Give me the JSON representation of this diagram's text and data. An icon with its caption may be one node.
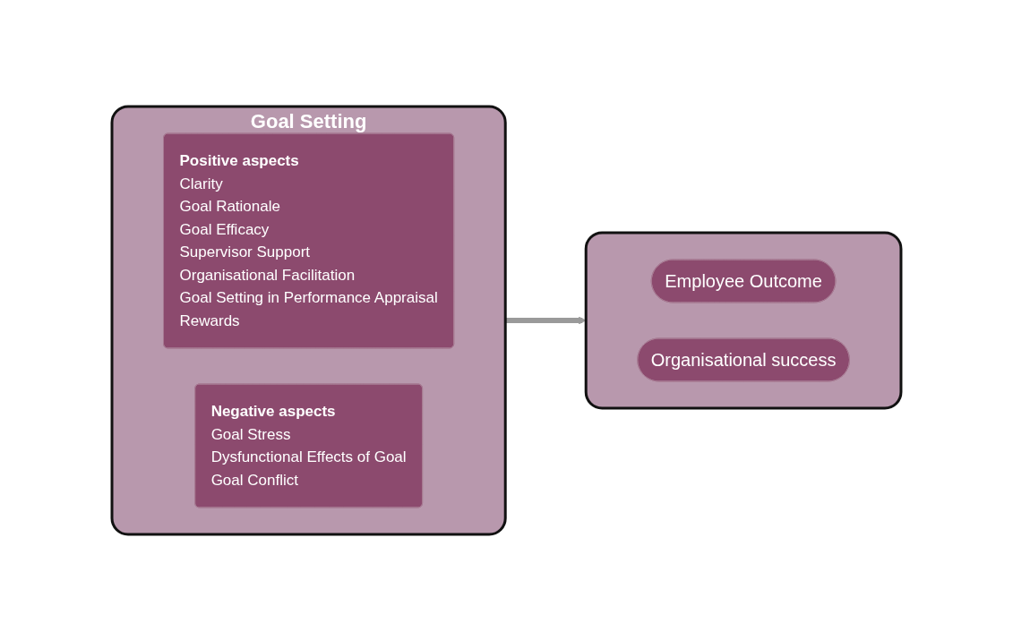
{
  "diagram": {
    "nodes": [
      {
        "text": [
          "Goal Setting"
        ]
      },
      {
        "text": [
          "Positive aspects",
          "Clarity",
          "Goal Rationale",
          "Goal Efficacy",
          "Supervisor Support",
          "Organisational Facilitation",
          "Goal Setting in Performance Appraisal",
          "Rewards"
        ],
        "in": 0
      },
      {
        "text": [
          "Negative aspects",
          "Goal Stress",
          "Dysfunctional Effects of Goal",
          "Goal Conflict"
        ],
        "in": 0
      },
      {
        "text": [],
        "shape": "box"
      },
      {
        "text": [
          "Employee Outcome"
        ],
        "in": 3
      },
      {
        "text": [
          "Organisational success"
        ],
        "in": 3
      }
    ],
    "edges": [
      {
        "from": 0,
        "to": 3,
        "arrow": "to"
      }
    ]
  }
}
